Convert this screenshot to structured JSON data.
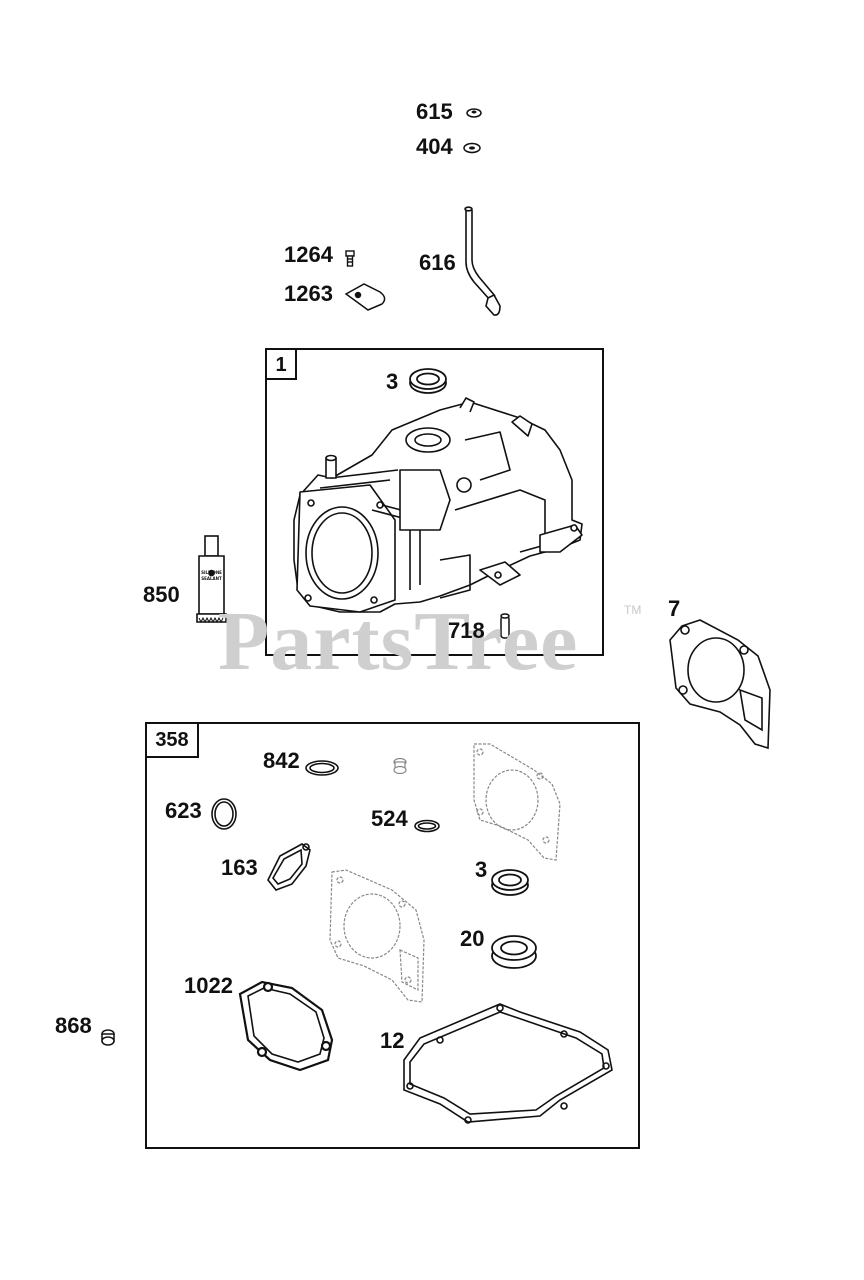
{
  "watermark": {
    "text": "PartsTree",
    "trademark": "TM"
  },
  "tube_text": {
    "line1": "SILICONE",
    "line2": "SEALANT"
  },
  "groups": {
    "cylinder": "1",
    "gasket_set": "358"
  },
  "labels": {
    "p615": "615",
    "p404": "404",
    "p616": "616",
    "p1264": "1264",
    "p1263": "1263",
    "p3a": "3",
    "p850": "850",
    "p718": "718",
    "p7": "7",
    "p842": "842",
    "p623": "623",
    "p524": "524",
    "p163": "163",
    "p3b": "3",
    "p20": "20",
    "p1022": "1022",
    "p868": "868",
    "p12": "12"
  }
}
